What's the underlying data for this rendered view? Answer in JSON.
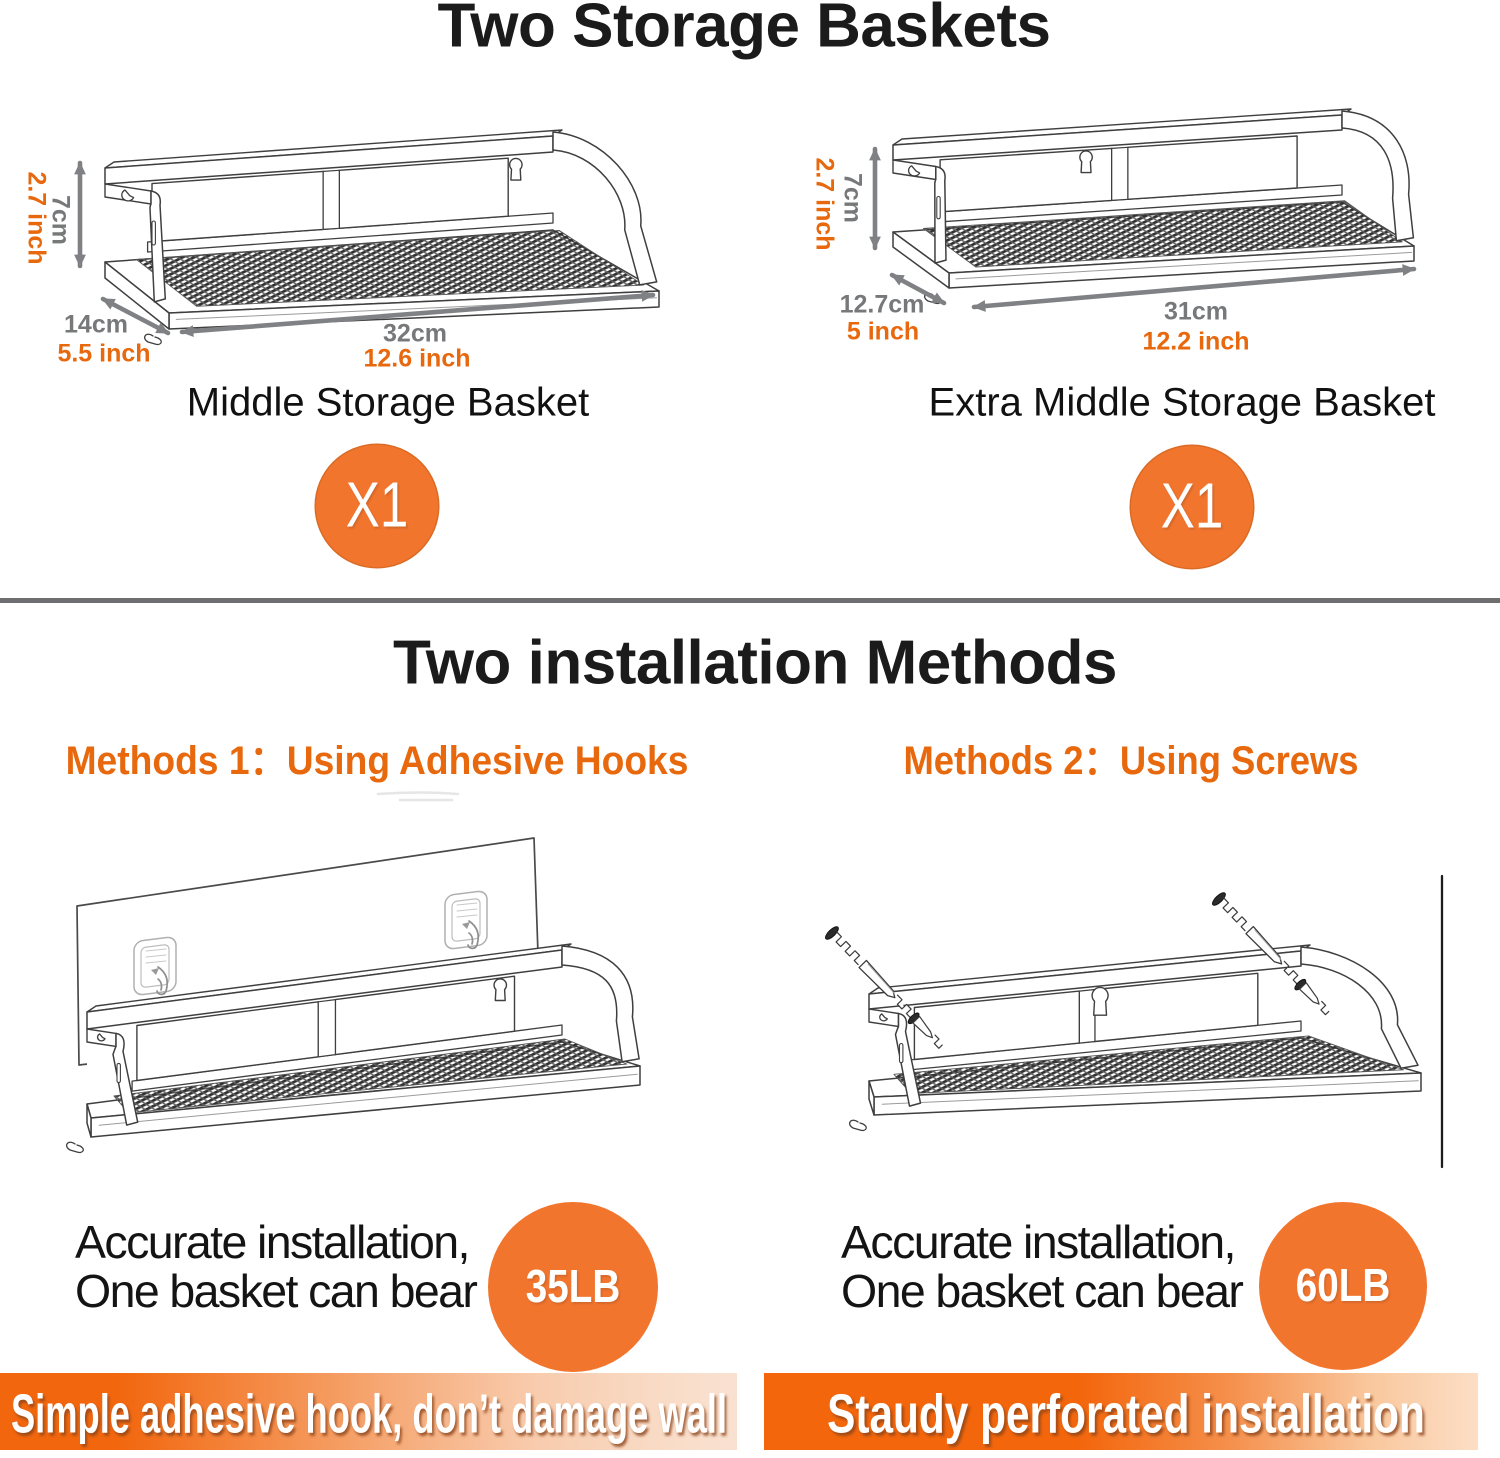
{
  "colors": {
    "accent_orange": "#f2670e",
    "badge_orange": "#f2752e",
    "text_orange": "#e8680e",
    "dim_gray": "#77787a",
    "arrow_gray": "#7f8184",
    "text_black": "#1b1b1b",
    "divider_gray": "#6e6e70",
    "banner_fade": "#fadfc9"
  },
  "baskets": {
    "title": "Two Storage Baskets",
    "items": [
      {
        "label": "Middle Storage Basket",
        "qty": "X1",
        "height_cm": "7cm",
        "height_inch": "2.7 inch",
        "depth_cm": "14cm",
        "depth_inch": "5.5 inch",
        "width_cm": "32cm",
        "width_inch": "12.6 inch"
      },
      {
        "label": "Extra Middle Storage Basket",
        "qty": "X1",
        "height_cm": "7cm",
        "height_inch": "2.7 inch",
        "depth_cm": "12.7cm",
        "depth_inch": "5 inch",
        "width_cm": "31cm",
        "width_inch": "12.2 inch"
      }
    ]
  },
  "methods": {
    "title": "Two installation Methods",
    "items": [
      {
        "heading": "Methods 1：Using Adhesive Hooks",
        "capacity_line1": "Accurate installation,",
        "capacity_line2": "One basket can bear",
        "badge": "35LB",
        "banner": "Simple adhesive hook, don’t damage wall"
      },
      {
        "heading": "Methods 2：Using Screws",
        "capacity_line1": "Accurate installation,",
        "capacity_line2": "One basket can bear",
        "badge": "60LB",
        "banner": "Staudy perforated installation"
      }
    ]
  }
}
